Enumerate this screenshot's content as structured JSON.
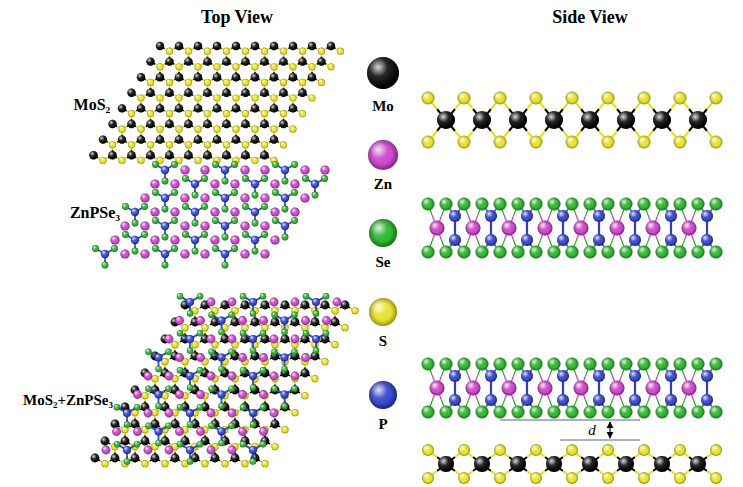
{
  "diagram": {
    "labels": [
      "Top View",
      "Side View",
      "MoS₂",
      "ZnPSe₃",
      "MoS₂+ZnPSe₃",
      "d"
    ],
    "legend": [
      {
        "text": "Mo",
        "color": "#000000"
      },
      {
        "text": "Zn",
        "color": "#c83cc8"
      },
      {
        "text": "Se",
        "color": "#22b022"
      },
      {
        "text": "S",
        "color": "#e6e01e"
      },
      {
        "text": "P",
        "color": "#2a3cc8"
      }
    ]
  }
}
